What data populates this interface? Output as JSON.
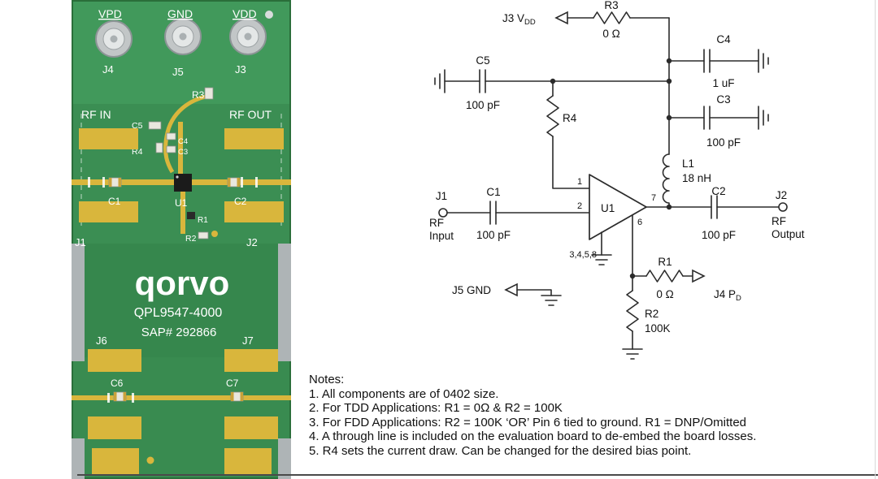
{
  "board": {
    "connectors": [
      {
        "power": "VPD",
        "ref": "J4"
      },
      {
        "power": "GND",
        "ref": "J5"
      },
      {
        "power": "VDD",
        "ref": "J3"
      }
    ],
    "rf_in": "RF IN",
    "rf_out": "RF OUT",
    "refs": {
      "r3": "R3",
      "c5": "C5",
      "c4": "C4",
      "r4": "R4",
      "c3": "C3",
      "c1": "C1",
      "u1": "U1",
      "c2": "C2",
      "r1": "R1",
      "r2": "R2",
      "j1": "J1",
      "j2": "J2",
      "j6": "J6",
      "j7": "J7",
      "c6": "C6",
      "c7": "C7"
    },
    "logo": "qorvo",
    "part_number": "QPL9547-4000",
    "sap_number": "SAP# 292866",
    "colors": {
      "soldermask": "#3d9156",
      "gold": "#d9b63c",
      "silkscreen": "#ffffff"
    }
  },
  "schematic": {
    "j3": {
      "prefix": "J3 V",
      "sub": "DD"
    },
    "r3": {
      "ref": "R3",
      "value": "0 Ω"
    },
    "c4": {
      "ref": "C4",
      "value": "1 uF"
    },
    "c3": {
      "ref": "C3",
      "value": "100 pF"
    },
    "c5": {
      "ref": "C5",
      "value": "100 pF"
    },
    "r4": {
      "ref": "R4"
    },
    "l1": {
      "ref": "L1",
      "value": "18 nH"
    },
    "c1": {
      "ref": "C1",
      "value": "100 pF"
    },
    "c2": {
      "ref": "C2",
      "value": "100 pF"
    },
    "r1": {
      "ref": "R1",
      "value": "0 Ω"
    },
    "r2": {
      "ref": "R2",
      "value": "100K"
    },
    "u1": {
      "ref": "U1",
      "pin1": "1",
      "pin2": "2",
      "pin6": "6",
      "pin7": "7",
      "gnd_pins": "3,4,5,8"
    },
    "j1": {
      "ref": "J1",
      "line1": "RF",
      "line2": "Input"
    },
    "j2": {
      "ref": "J2",
      "line1": "RF",
      "line2": "Output"
    },
    "j5": {
      "label": "J5 GND"
    },
    "j4": {
      "prefix": "J4 P",
      "sub": "D"
    }
  },
  "notes": {
    "title": "Notes:",
    "items": [
      "1. All components are of 0402 size.",
      "2. For TDD Applications: R1 = 0Ω & R2 = 100K",
      "3. For FDD Applications: R2 = 100K ‘OR’ Pin 6 tied to ground. R1 = DNP/Omitted",
      "4. A through line is included on the evaluation board to de-embed the board losses.",
      "5. R4 sets the current draw. Can be changed for the desired bias point."
    ]
  }
}
